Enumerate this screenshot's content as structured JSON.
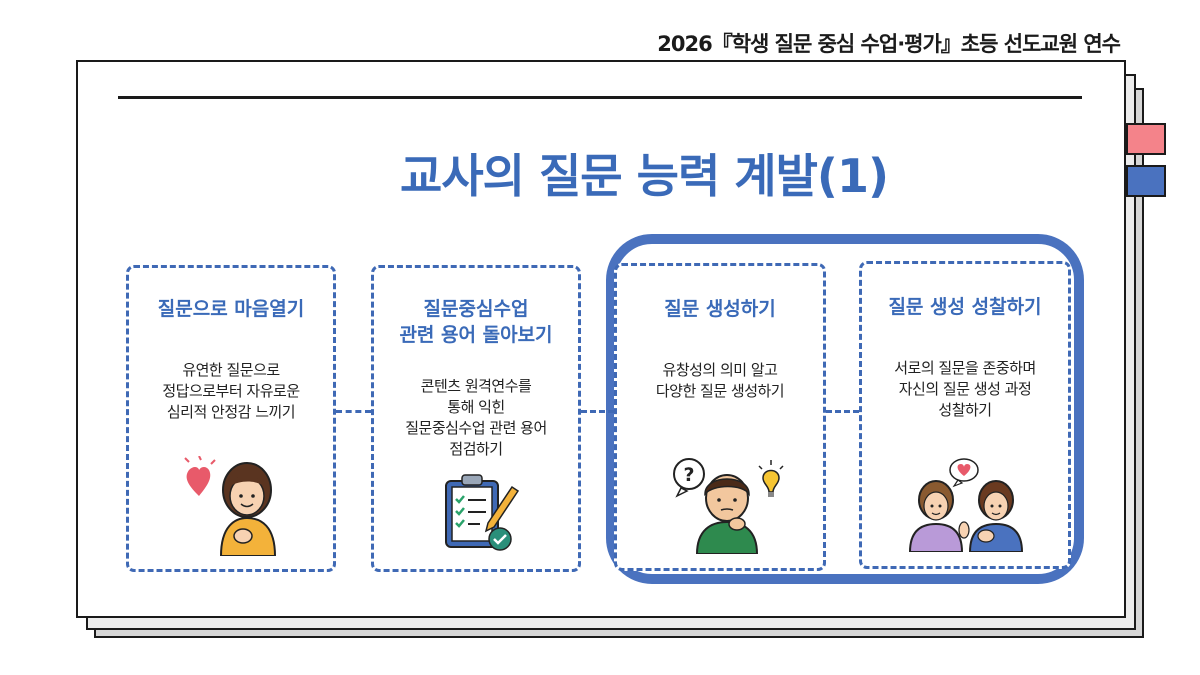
{
  "header": {
    "text": "2026『학생 질문 중심 수업·평가』초등 선도교원 연수"
  },
  "title": "교사의 질문 능력 계발(1)",
  "colors": {
    "accent": "#3a6ab8",
    "pink_tab": "#f4838a",
    "blue_tab": "#4a72bf"
  },
  "cards": [
    {
      "title": "질문으로 마음열기",
      "body": "유연한 질문으로\n정답으로부터 자유로운\n심리적 안정감 느끼기",
      "icon": "heart-person-icon"
    },
    {
      "title": "질문중심수업\n관련 용어 돌아보기",
      "body": "콘텐츠 원격연수를\n통해 익힌\n질문중심수업 관련 용어\n점검하기",
      "icon": "clipboard-checklist-icon"
    },
    {
      "title": "질문 생성하기",
      "body": "유창성의 의미 알고\n다양한 질문 생성하기",
      "icon": "thinking-person-icon"
    },
    {
      "title": "질문 생성 성찰하기",
      "body": "서로의 질문을 존중하며\n자신의 질문 생성 과정\n성찰하기",
      "icon": "two-people-talking-icon"
    }
  ]
}
